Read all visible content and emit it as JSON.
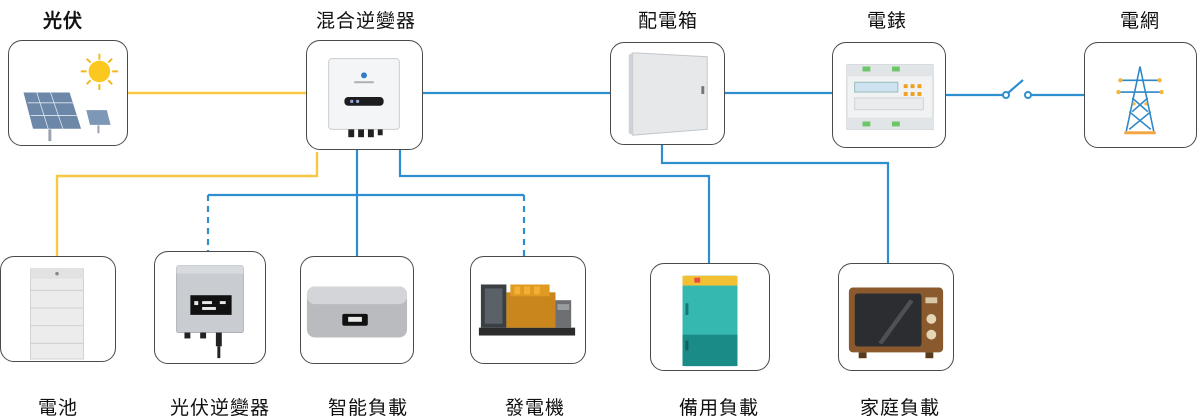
{
  "nodes": {
    "pv": "光伏",
    "hybrid_inverter": "混合逆變器",
    "distribution_box": "配電箱",
    "meter": "電錶",
    "grid": "電網",
    "battery": "電池",
    "pv_inverter": "光伏逆變器",
    "smart_load": "智能負載",
    "generator": "發電機",
    "backup_load": "備用負載",
    "home_load": "家庭負載"
  },
  "colors": {
    "dc_line": "#f7c844",
    "ac_line": "#2e8fd0",
    "node_border": "#4a4a4a"
  },
  "icons": {
    "pv": "solar-panel-sun-icon",
    "hybrid_inverter": "hybrid-inverter-icon",
    "distribution_box": "distribution-box-icon",
    "meter": "energy-meter-icon",
    "grid": "transmission-tower-icon",
    "battery": "battery-cabinet-icon",
    "pv_inverter": "pv-inverter-icon",
    "smart_load": "water-heater-icon",
    "generator": "diesel-generator-icon",
    "backup_load": "refrigerator-icon",
    "home_load": "television-icon",
    "switch": "grid-switch-icon"
  }
}
